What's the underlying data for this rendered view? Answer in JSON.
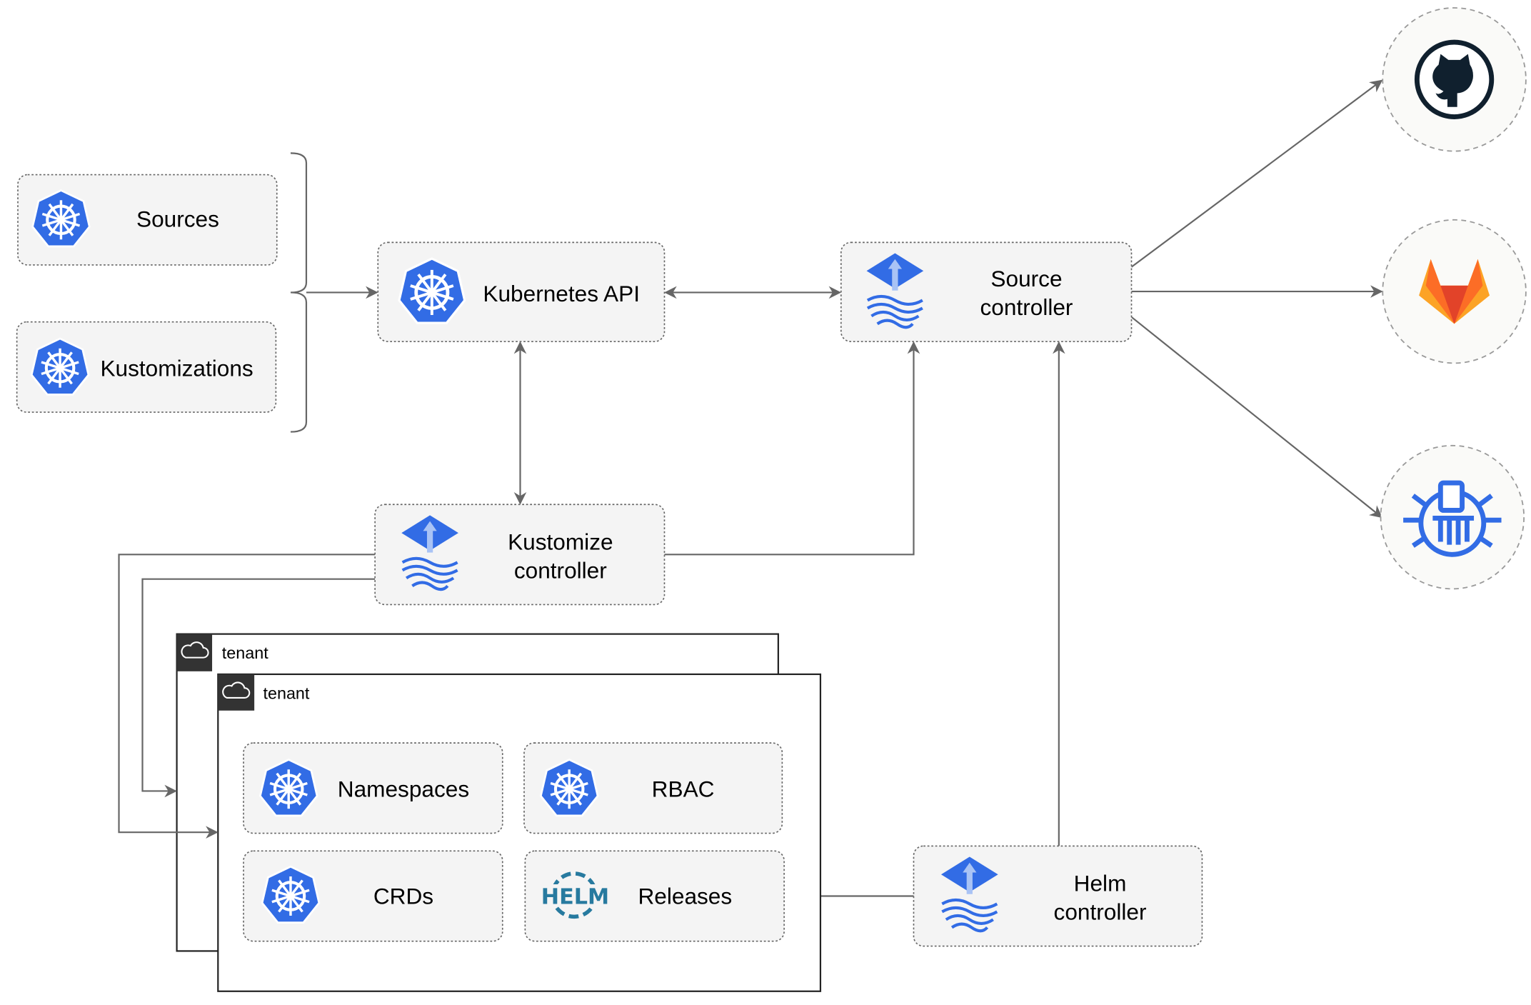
{
  "nodes": {
    "sources": "Sources",
    "kustomizations": "Kustomizations",
    "kubernetes_api": "Kubernetes API",
    "source_controller": [
      "Source",
      "controller"
    ],
    "kustomize_controller": [
      "Kustomize",
      "controller"
    ],
    "helm_controller": [
      "Helm",
      "controller"
    ],
    "namespaces": "Namespaces",
    "rbac": "RBAC",
    "crds": "CRDs",
    "releases": "Releases"
  },
  "tenants": [
    "tenant",
    "tenant"
  ],
  "helm_logo_text": "HELM",
  "external_sources": [
    "github-icon",
    "gitlab-icon",
    "helm-repository-icon"
  ],
  "colors": {
    "kubernetes_blue": "#326ce5",
    "edge": "#666666",
    "github": "#10202e",
    "gitlab_orange": "#e24329",
    "gitlab_light": "#fca326",
    "helm_blue": "#277a9f"
  }
}
